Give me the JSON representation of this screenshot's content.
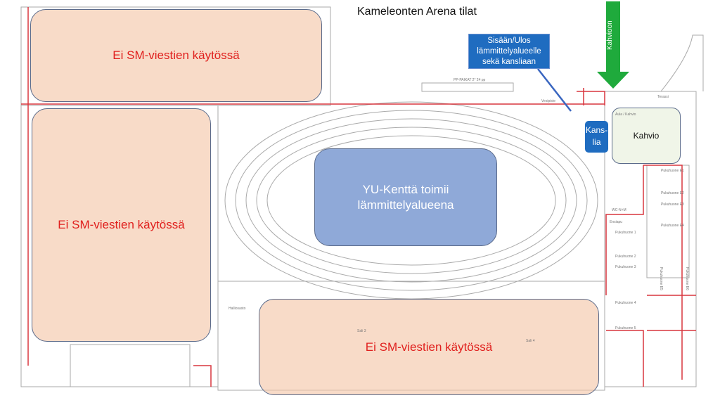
{
  "title": "Kameleonten  Arena tilat",
  "zones": {
    "top_left": "Ei SM-viestien käytössä",
    "mid_left": "Ei SM-viestien käytössä",
    "bottom": "Ei SM-viestien käytössä"
  },
  "field": {
    "line1": "YU-Kenttä toimii",
    "line2": "lämmittelyalueena"
  },
  "callout": {
    "text": "Sisään/Ulos lämmittelyalueelle sekä kansliaan"
  },
  "kanslia": {
    "line1": "Kans-",
    "line2": "lia"
  },
  "kahvio": "Kahvio",
  "arrow": {
    "label": "Kahvioon",
    "color": "#1faa3c"
  },
  "rooms": {
    "aula": "Aula / Kahvio",
    "terassi": "Terassi",
    "vesipiste": "Vesipiste",
    "pp": "PP-PAIKAT 2* 24 pp",
    "e1": "Pukuhuone E1",
    "e2": "Pukuhuone E2",
    "e3": "Pukuhuone E3",
    "e4": "Pukuhuone E4",
    "e5": "Pukuhuone E5",
    "e6": "Pukuhuone E6",
    "p1": "Pukuhuone 1",
    "p2": "Pukuhuone 2",
    "p3": "Pukuhuone 3",
    "p4": "Pukuhuone 4",
    "p5": "Pukuhuone 5",
    "wc": "WC-N+M",
    "ensiapu": "Ensiapu",
    "sali3": "Sali 3",
    "sali4": "Sali 4",
    "halliosasto": "Halliosasto"
  },
  "colors": {
    "zone": "#f5c8aa",
    "zone_text": "#e0201e",
    "field": "#8fa9d8",
    "callout": "#1f6cc0",
    "walls": "#d9363e"
  }
}
